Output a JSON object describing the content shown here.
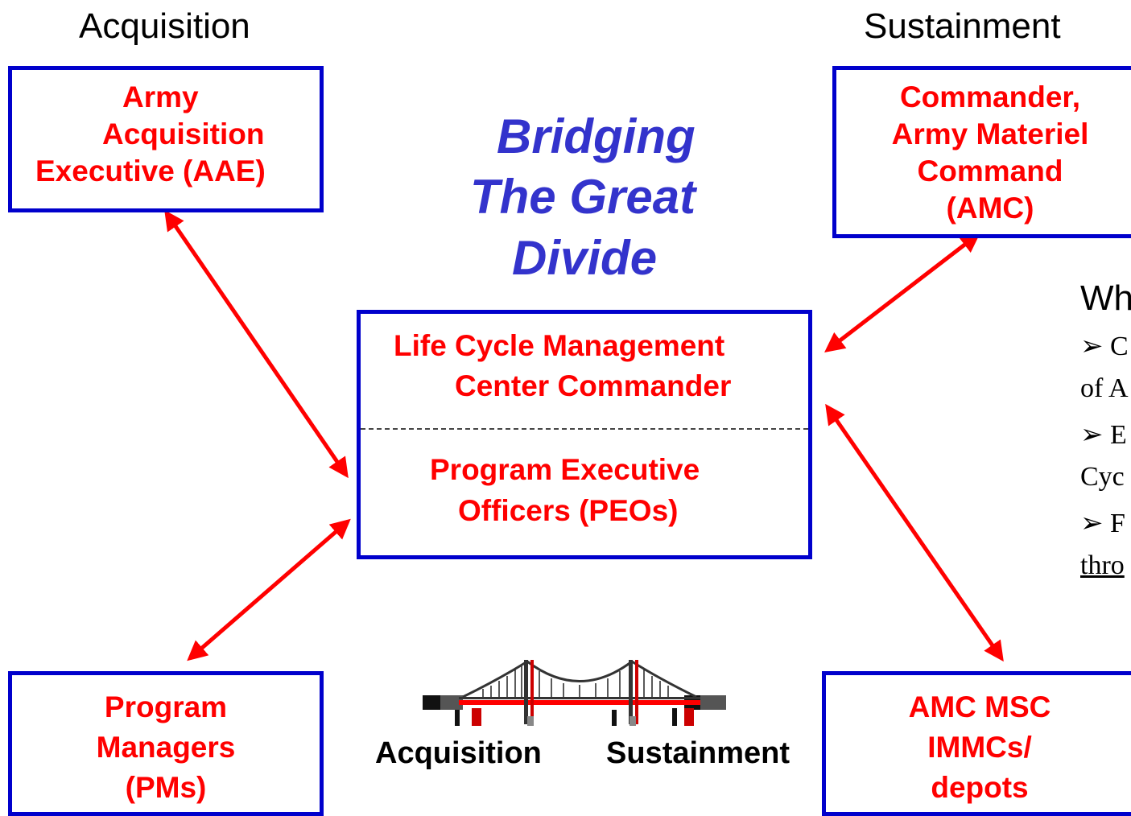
{
  "headers": {
    "left": "Acquisition",
    "right": "Sustainment"
  },
  "title": [
    "Bridging",
    "The  Great",
    "Divide"
  ],
  "boxes": {
    "aae": [
      "Army",
      "Acquisition",
      "Executive (AAE)"
    ],
    "amc": [
      "Commander,",
      "Army Materiel",
      "Command",
      "(AMC)"
    ],
    "center_top": [
      "Life Cycle Management",
      "Center Commander"
    ],
    "center_bottom": [
      "Program Executive",
      "Officers (PEOs)"
    ],
    "pms": [
      "Program",
      "Managers",
      "(PMs)"
    ],
    "msc": [
      "AMC MSC",
      "IMMCs/",
      "depots"
    ]
  },
  "side_panel": {
    "heading": "Wh",
    "bullets": [
      "➢ C",
      "of A",
      "➢ E",
      "Cyc",
      "➢ F",
      "thro"
    ]
  },
  "bridge_labels": {
    "left": "Acquisition",
    "right": "Sustainment"
  },
  "colors": {
    "box_border": "#0000cc",
    "label_red": "#ff0000",
    "title_blue": "#3333cc",
    "arrow_red": "#ff0000"
  }
}
